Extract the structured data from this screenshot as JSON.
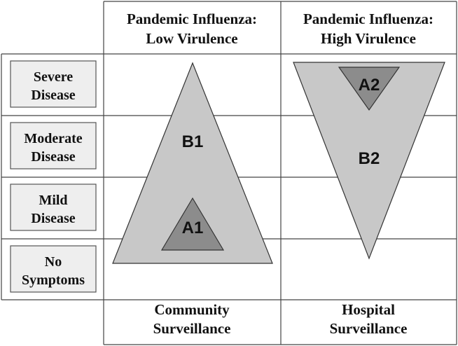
{
  "columns": [
    {
      "header_lines": [
        "Pandemic Influenza:",
        "Low Virulence"
      ],
      "footer_lines": [
        "Community",
        "Surveillance"
      ]
    },
    {
      "header_lines": [
        "Pandemic Influenza:",
        "High Virulence"
      ],
      "footer_lines": [
        "Hospital",
        "Surveillance"
      ]
    }
  ],
  "rows": [
    {
      "label_lines": [
        "Severe",
        "Disease"
      ]
    },
    {
      "label_lines": [
        "Moderate",
        "Disease"
      ]
    },
    {
      "label_lines": [
        "Mild",
        "Disease"
      ]
    },
    {
      "label_lines": [
        "No",
        "Symptoms"
      ]
    }
  ],
  "triangles": {
    "outer_low": {
      "label": "B1"
    },
    "inner_low": {
      "label": "A1"
    },
    "outer_high": {
      "label": "B2"
    },
    "inner_high": {
      "label": "A2"
    }
  },
  "colors": {
    "outer_fill": "#c8c8c8",
    "inner_fill": "#8c8c8c",
    "label_box_fill": "#eeeeee"
  }
}
